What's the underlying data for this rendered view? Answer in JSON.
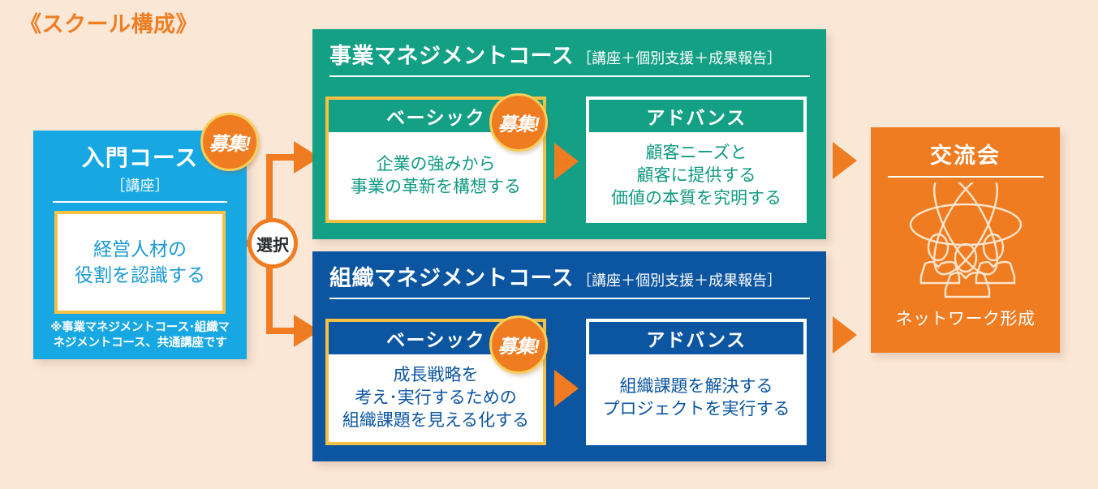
{
  "diagram": {
    "title": "《スクール構成》",
    "accent_orange": "#ef7d22",
    "background": "#fbe7d6"
  },
  "entry_course": {
    "title": "入門コース",
    "subtitle": "［講座］",
    "inner_line1": "経営人材の",
    "inner_line2": "役割を認識する",
    "note_line1": "※事業マネジメントコース･組織マ",
    "note_line2": "ネジメントコース、共通講座です",
    "badge": "募集!",
    "color": "#17a8e3"
  },
  "branch": {
    "label": "選択",
    "color": "#f07c22"
  },
  "courses": [
    {
      "key": "business",
      "title": "事業マネジメントコース",
      "suffix": "［講座＋個別支援＋成果報告］",
      "color": "#13a085",
      "basic": {
        "head": "ベーシック",
        "badge": "募集!",
        "line1": "企業の強みから",
        "line2": "事業の革新を構想する"
      },
      "advance": {
        "head": "アドバンス",
        "line1": "顧客ニーズと",
        "line2": "顧客に提供する",
        "line3": "価値の本質を究明する"
      }
    },
    {
      "key": "organization",
      "title": "組織マネジメントコース",
      "suffix": "［講座＋個別支援＋成果報告］",
      "color": "#0b55a1",
      "basic": {
        "head": "ベーシック",
        "badge": "募集!",
        "line1": "成長戦略を",
        "line2": "考え･実行するための",
        "line3": "組織課題を見える化する"
      },
      "advance": {
        "head": "アドバンス",
        "line1": "組織課題を解決する",
        "line2": "プロジェクトを実行する"
      }
    }
  ],
  "meetup": {
    "title": "交流会",
    "caption": "ネットワーク形成",
    "icon": "network-people-icon",
    "color": "#f07c22"
  }
}
